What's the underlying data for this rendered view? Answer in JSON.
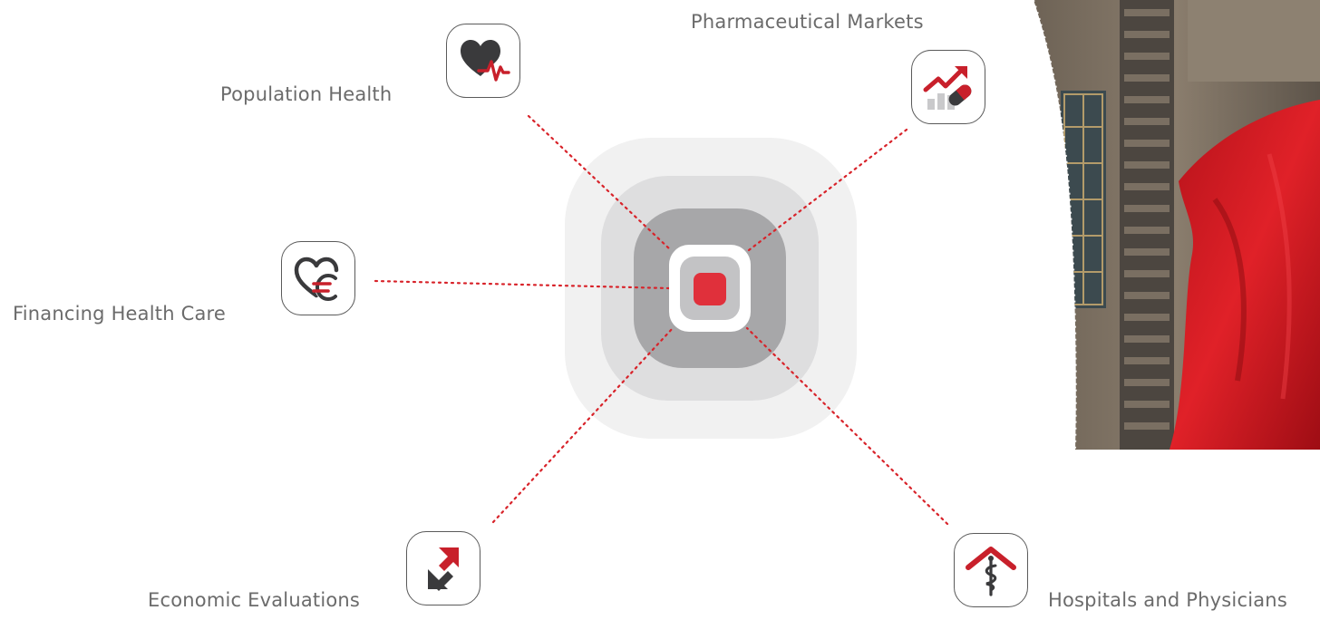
{
  "diagram": {
    "center": {
      "accent_color": "#e0303b"
    },
    "nodes": [
      {
        "id": "population-health",
        "label": "Population Health",
        "icon": "heart-pulse-icon"
      },
      {
        "id": "pharmaceutical-markets",
        "label": "Pharmaceutical Markets",
        "icon": "pill-growth-chart-icon"
      },
      {
        "id": "financing-health-care",
        "label": "Financing Health Care",
        "icon": "heart-euro-icon"
      },
      {
        "id": "economic-evaluations",
        "label": "Economic Evaluations",
        "icon": "exchange-arrows-icon"
      },
      {
        "id": "hospitals-and-physicians",
        "label": "Hospitals and Physicians",
        "icon": "hospital-caduceus-icon"
      }
    ],
    "colors": {
      "accent": "#c8202b",
      "dark": "#3a3a3c",
      "connector": "#d8232a",
      "label_text": "#6b6b6b"
    }
  }
}
